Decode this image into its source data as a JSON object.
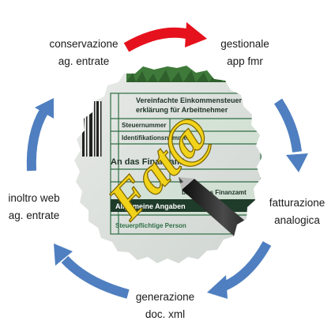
{
  "diagram": {
    "center_image": {
      "stamp_text": "Fat@",
      "form_lines": [
        "Vereinfachte Einkommensteuer-",
        "erklärung für Arbeitnehmer",
        "Steuernummer",
        "Identifikationsnummer",
        "An das Finanzamt",
        "bisheriges Finanzamt",
        "Allgemeine Angaben",
        "Steuerpflichtige Person"
      ]
    },
    "steps": [
      {
        "name": "gestionale",
        "lines": [
          "gestionale",
          "app fmr"
        ]
      },
      {
        "name": "fatturazione",
        "lines": [
          "fatturazione",
          "analogica"
        ]
      },
      {
        "name": "generazione",
        "lines": [
          "generazione",
          "doc. xml"
        ]
      },
      {
        "name": "inoltro",
        "lines": [
          "inoltro web",
          "ag. entrate"
        ]
      },
      {
        "name": "conservazione",
        "lines": [
          "conservazione",
          "ag. entrate"
        ]
      }
    ],
    "colors": {
      "arrow_blue": "#4f7fc0",
      "arrow_red": "#e5121d",
      "form_green": "#2f6f45",
      "stamp_yellow": "#f2d31b",
      "bar_dark": "#1f3b2a"
    }
  }
}
